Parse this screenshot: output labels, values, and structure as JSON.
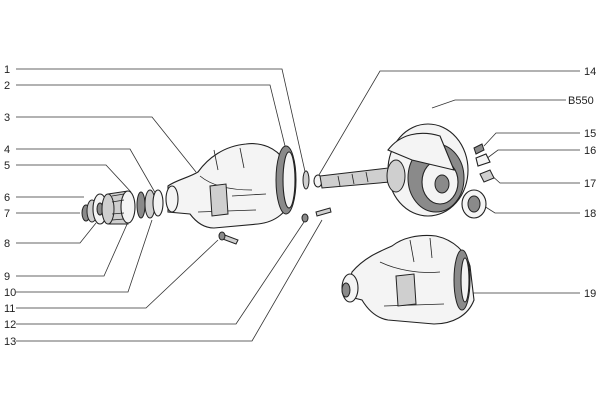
{
  "drawing_code": "B550",
  "callouts": [
    {
      "id": "1",
      "text": "1"
    },
    {
      "id": "2",
      "text": "2"
    },
    {
      "id": "3",
      "text": "3"
    },
    {
      "id": "4",
      "text": "4"
    },
    {
      "id": "5",
      "text": "5"
    },
    {
      "id": "6",
      "text": "6"
    },
    {
      "id": "7",
      "text": "7"
    },
    {
      "id": "8",
      "text": "8"
    },
    {
      "id": "9",
      "text": "9"
    },
    {
      "id": "10",
      "text": "10"
    },
    {
      "id": "11",
      "text": "11"
    },
    {
      "id": "12",
      "text": "12"
    },
    {
      "id": "13",
      "text": "13"
    },
    {
      "id": "14",
      "text": "14"
    },
    {
      "id": "15",
      "text": "15"
    },
    {
      "id": "16",
      "text": "16"
    },
    {
      "id": "17",
      "text": "17"
    },
    {
      "id": "18",
      "text": "18"
    },
    {
      "id": "19",
      "text": "19"
    }
  ]
}
